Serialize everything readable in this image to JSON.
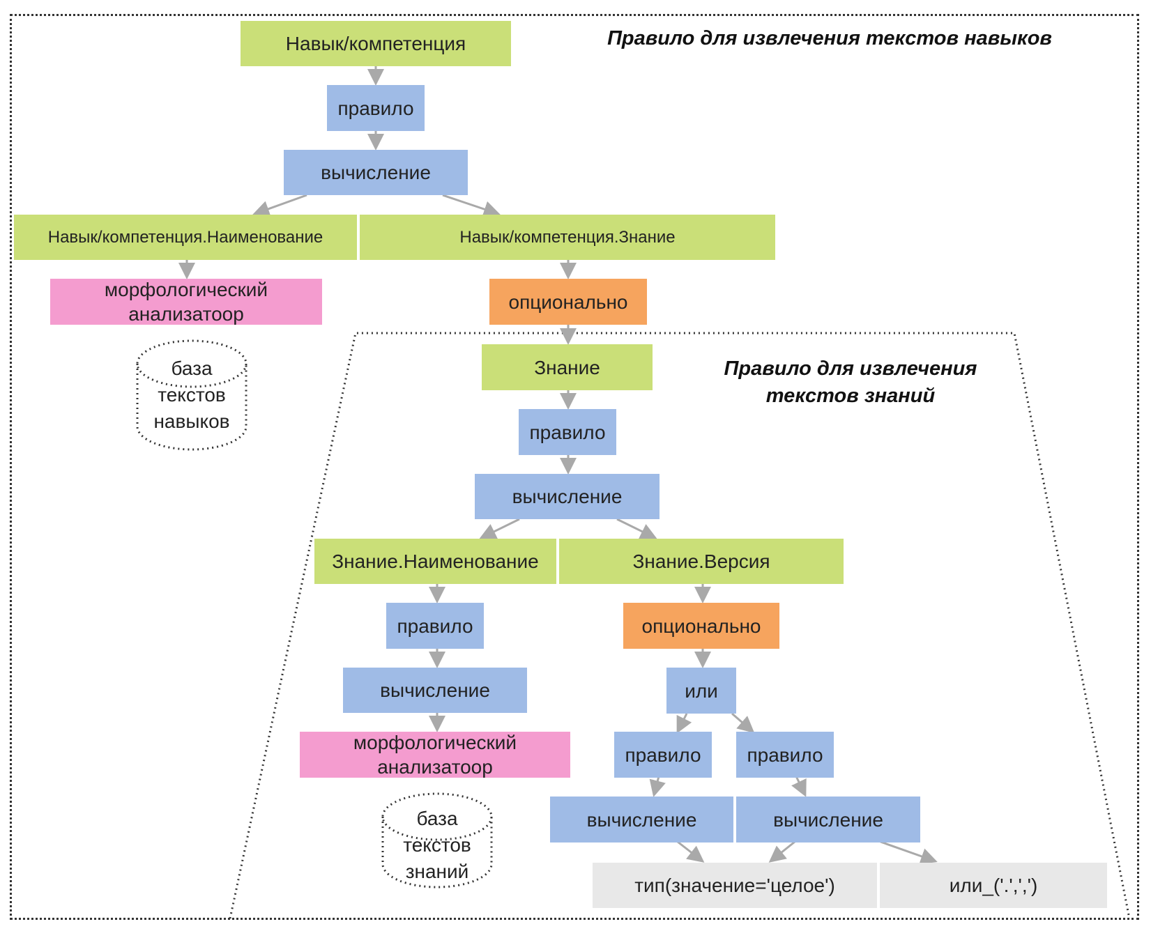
{
  "outer_title": "Правило для извлечения текстов навыков",
  "inner_title_line1": "Правило для извлечения",
  "inner_title_line2": "текстов знаний",
  "nodes": {
    "skill": "Навык/компетенция",
    "rule1": "правило",
    "calc1": "вычисление",
    "skill_name": "Навык/компетенция.Наименование",
    "skill_knowledge": "Навык/компетенция.Знание",
    "morph1_line1": "морфологический",
    "morph1_line2": "анализатоор",
    "optional1": "опционально",
    "knowledge": "Знание",
    "rule2": "правило",
    "calc2": "вычисление",
    "knowledge_name": "Знание.Наименование",
    "knowledge_version": "Знание.Версия",
    "rule3": "правило",
    "optional2": "опционально",
    "calc3": "вычисление",
    "or1": "или",
    "morph2_line1": "морфологический",
    "morph2_line2": "анализатоор",
    "rule4": "правило",
    "rule5": "правило",
    "calc4": "вычисление",
    "calc5": "вычисление",
    "type_int": "тип(значение='целое')",
    "or_sep": "или_('.',',')"
  },
  "databases": {
    "skills_db": [
      "база",
      "текстов",
      "навыков"
    ],
    "knowledge_db": [
      "база",
      "текстов",
      "знаний"
    ]
  },
  "colors": {
    "entity_green": "#cadf78",
    "process_blue": "#9fbbe6",
    "optional_orange": "#f6a45e",
    "analyzer_pink": "#f49ccf",
    "leaf_grey": "#e8e8e8",
    "arrow_grey": "#a9a9a9"
  }
}
